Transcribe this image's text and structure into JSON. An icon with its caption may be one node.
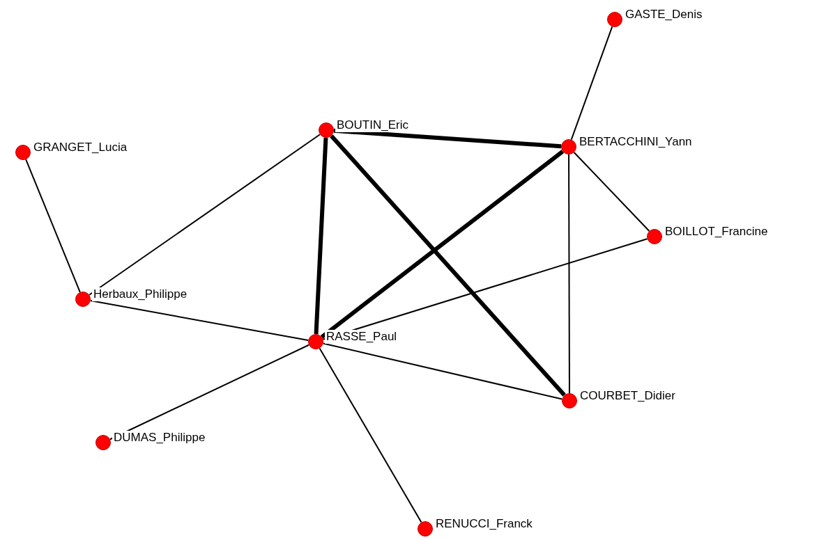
{
  "diagram": {
    "nodes": [
      {
        "text": [],
        "shape": "circle",
        "beside": [
          "GASTE_Denis"
        ]
      },
      {
        "text": [],
        "shape": "circle",
        "beside": [
          "GRANGET_Lucia"
        ]
      },
      {
        "text": [],
        "shape": "circle",
        "beside": [
          "BOUTIN_Eric"
        ]
      },
      {
        "text": [],
        "shape": "circle",
        "beside": [
          "BERTACCHINI_Yann"
        ]
      },
      {
        "text": [],
        "shape": "circle",
        "beside": [
          "BOILLOT_Francine"
        ]
      },
      {
        "text": [],
        "shape": "circle",
        "beside": [
          "Herbaux_Philippe"
        ]
      },
      {
        "text": [],
        "shape": "circle",
        "beside": [
          "RASSE_Paul"
        ]
      },
      {
        "text": [],
        "shape": "circle",
        "beside": [
          "COURBET_Didier"
        ]
      },
      {
        "text": [],
        "shape": "circle",
        "beside": [
          "DUMAS_Philippe"
        ]
      },
      {
        "text": [],
        "shape": "circle",
        "beside": [
          "RENUCCI_Franck"
        ]
      }
    ],
    "edges": [
      {
        "from": 0,
        "to": 3,
        "arrow": "none"
      },
      {
        "from": 1,
        "to": 5,
        "arrow": "none"
      },
      {
        "from": 2,
        "to": 3,
        "arrow": "none",
        "style": "thick"
      },
      {
        "from": 2,
        "to": 5,
        "arrow": "none"
      },
      {
        "from": 2,
        "to": 6,
        "arrow": "none",
        "style": "thick"
      },
      {
        "from": 2,
        "to": 7,
        "arrow": "none",
        "style": "thick"
      },
      {
        "from": 3,
        "to": 4,
        "arrow": "none"
      },
      {
        "from": 3,
        "to": 6,
        "arrow": "none",
        "style": "thick"
      },
      {
        "from": 3,
        "to": 7,
        "arrow": "none"
      },
      {
        "from": 4,
        "to": 6,
        "arrow": "none"
      },
      {
        "from": 5,
        "to": 6,
        "arrow": "none"
      },
      {
        "from": 6,
        "to": 7,
        "arrow": "none"
      },
      {
        "from": 6,
        "to": 8,
        "arrow": "none"
      },
      {
        "from": 6,
        "to": 9,
        "arrow": "none"
      }
    ]
  }
}
